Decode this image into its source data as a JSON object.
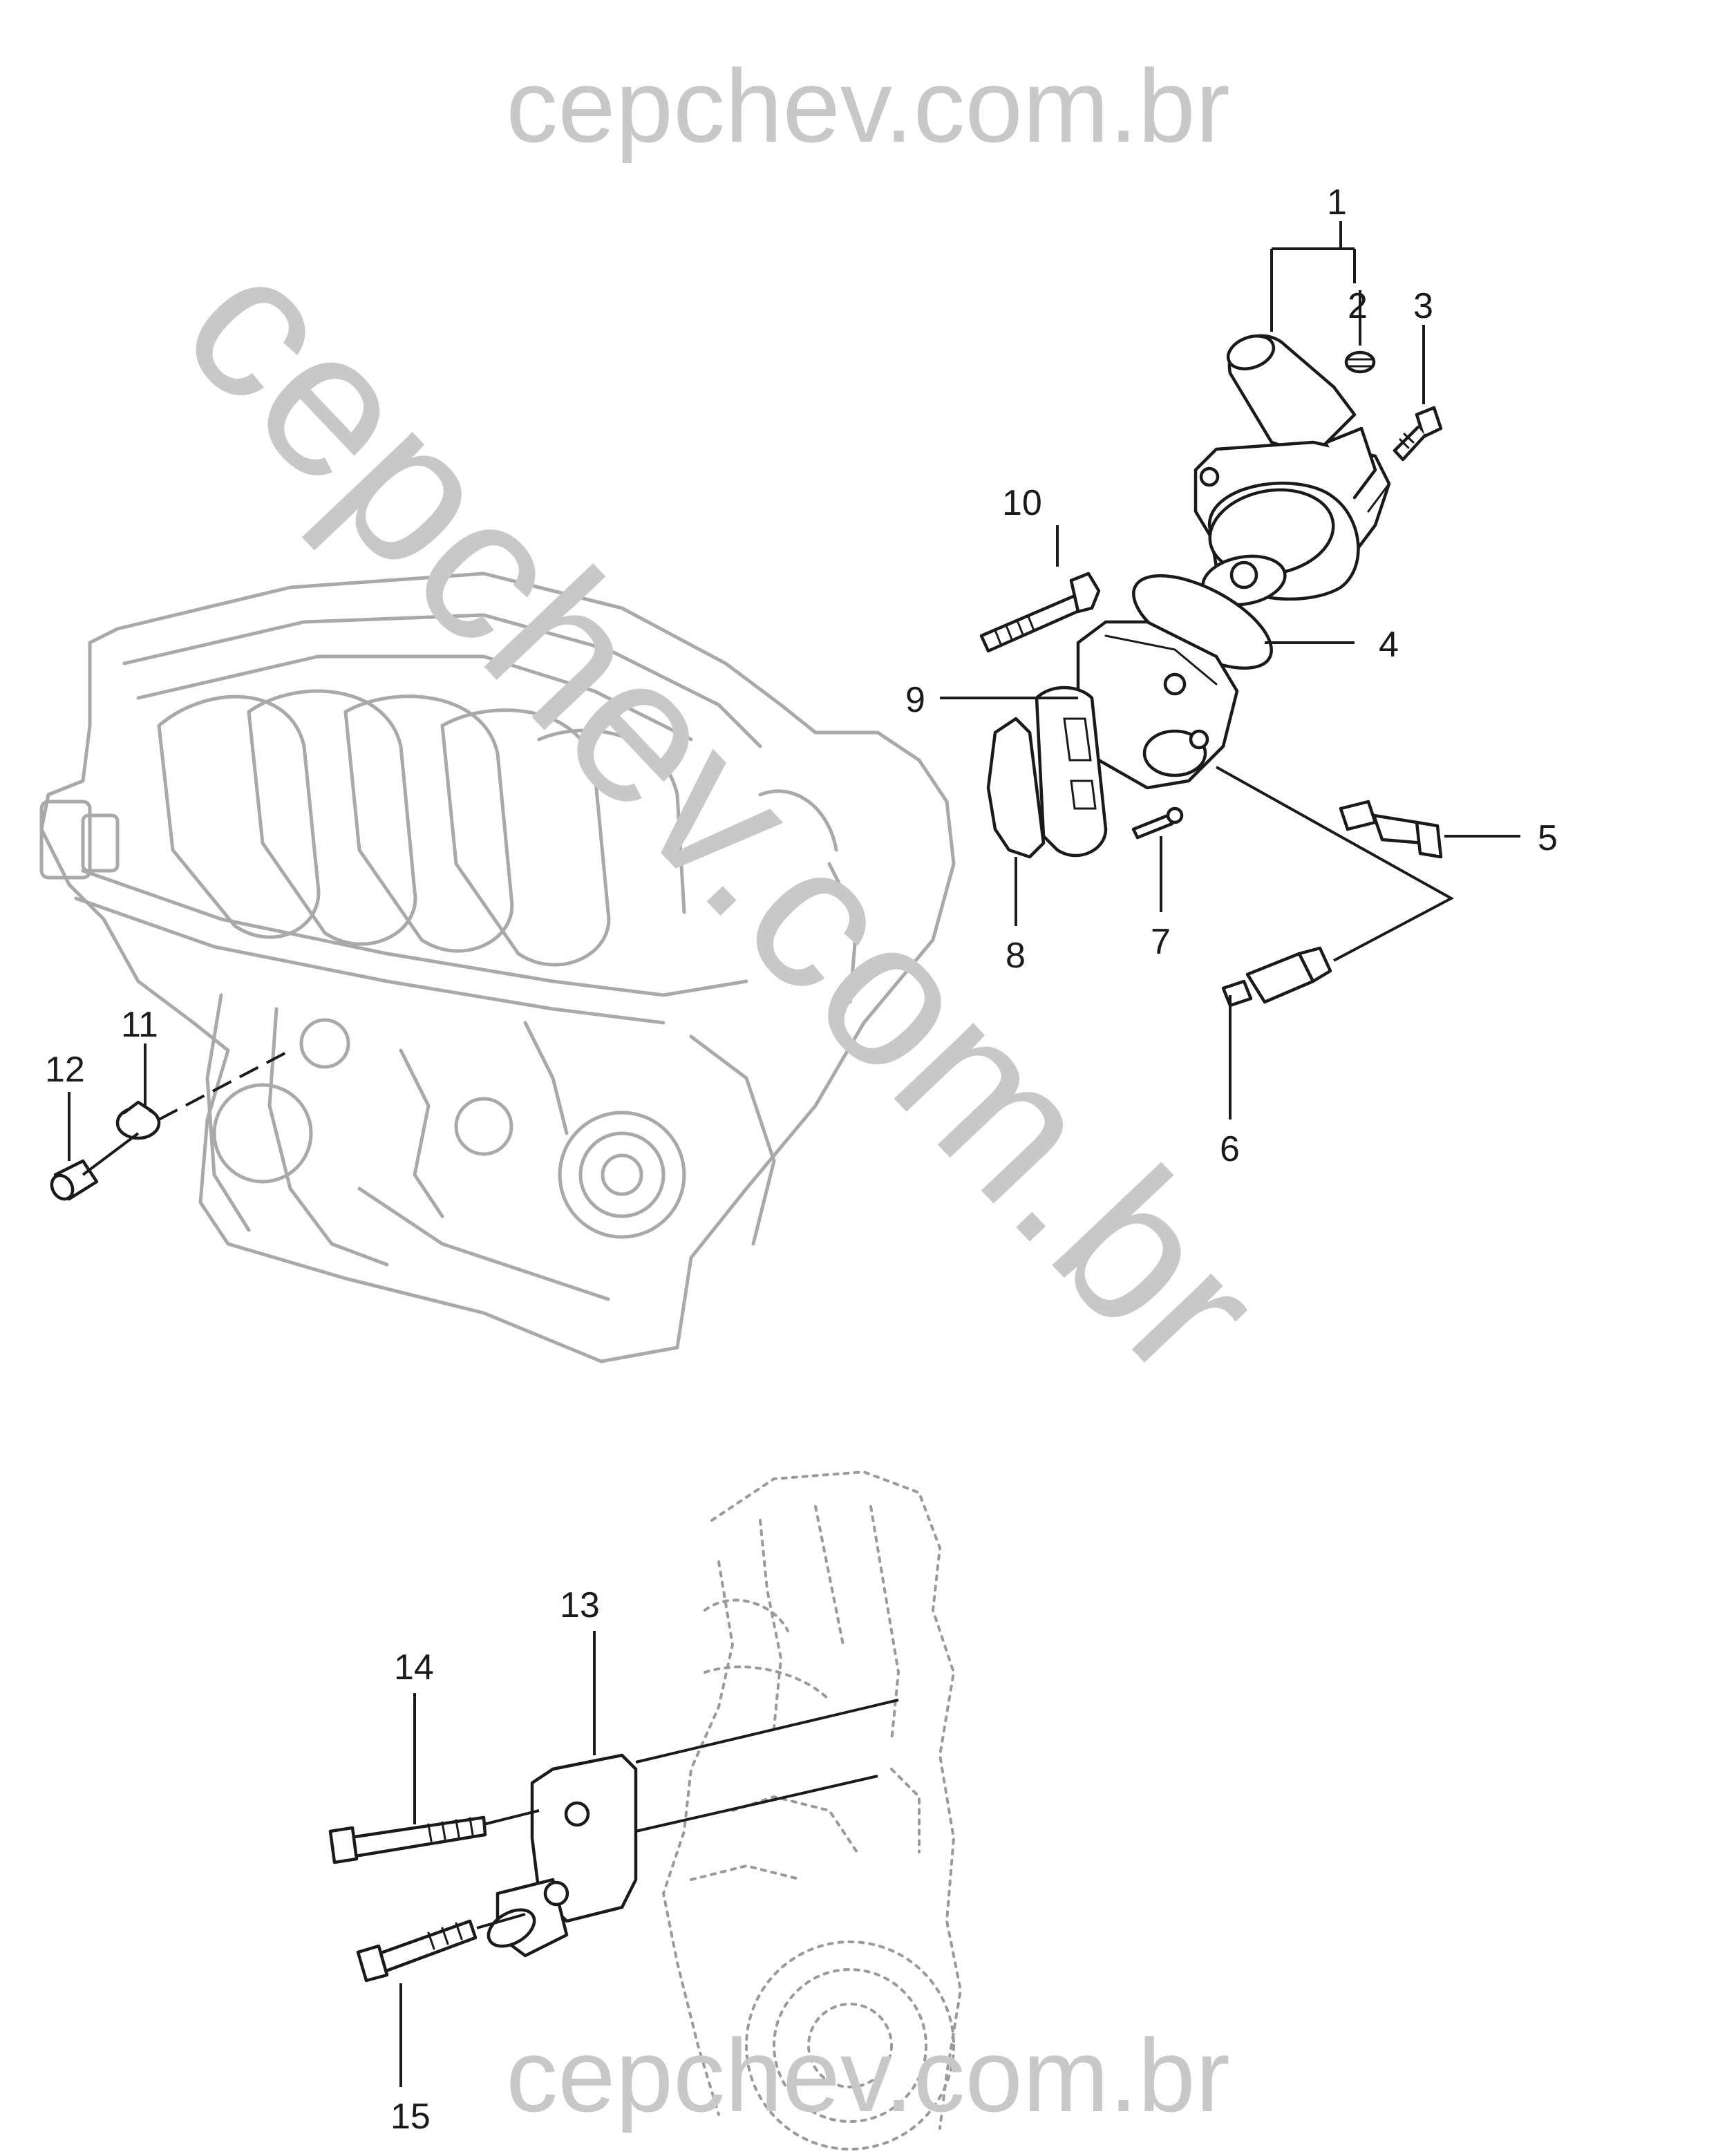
{
  "watermark": {
    "top": "cepchev.com.br",
    "diagonal": "cepchev.com.br",
    "bottom": "cepchev.com.br"
  },
  "callouts": [
    "1",
    "2",
    "3",
    "4",
    "5",
    "6",
    "7",
    "8",
    "9",
    "10",
    "11",
    "12",
    "13",
    "14",
    "15"
  ]
}
